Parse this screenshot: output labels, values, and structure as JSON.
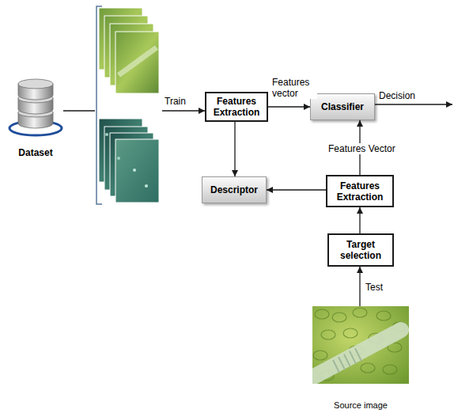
{
  "diagram": {
    "nodes": [
      {
        "text": [
          "Dataset"
        ]
      },
      {
        "text": [
          "Features Extraction"
        ]
      },
      {
        "text": [
          "Classifier"
        ]
      },
      {
        "text": [
          "Descriptor"
        ]
      },
      {
        "text": [
          "Features Extraction"
        ]
      },
      {
        "text": [
          "Target selection"
        ]
      },
      {
        "text": [
          "Source image"
        ]
      }
    ],
    "edges": [
      {
        "from": 0,
        "to": 1,
        "arrow": "to",
        "label": "Train"
      },
      {
        "from": 1,
        "to": 2,
        "arrow": "to",
        "label": "Features vector"
      },
      {
        "from": 1,
        "to": 3,
        "arrow": "to"
      },
      {
        "from": 4,
        "to": 3,
        "arrow": "to"
      },
      {
        "from": 4,
        "to": 2,
        "arrow": "to",
        "label": "Features Vector"
      },
      {
        "from": 5,
        "to": 4,
        "arrow": "to"
      },
      {
        "from": 6,
        "to": 5,
        "arrow": "to",
        "label": "Test"
      }
    ],
    "labels": [
      "Decision"
    ]
  }
}
